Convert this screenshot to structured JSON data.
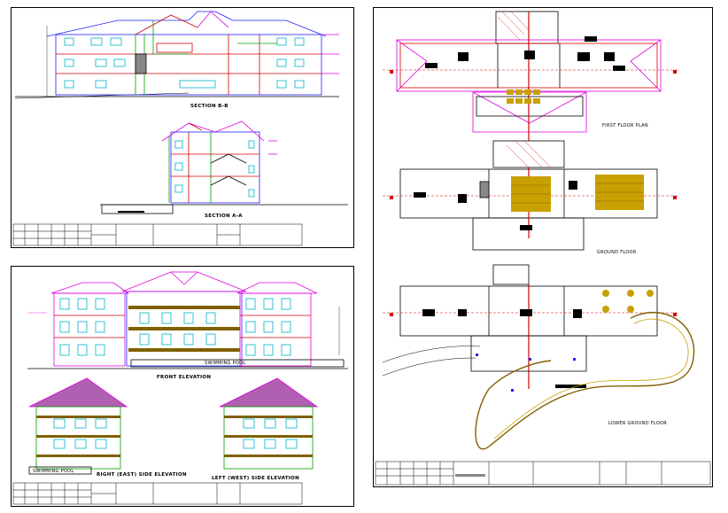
{
  "sheets": {
    "sections": {
      "section_bb": "SECTION B-B",
      "section_aa": "SECTION A-A"
    },
    "elevations": {
      "front": "FRONT ELEVATION",
      "pool_front": "SWIMMING POOL",
      "pool_side": "SWIMMING POOL",
      "right": "RIGHT (EAST) SIDE ELEVATION",
      "left": "LEFT (WEST) SIDE ELEVATION"
    },
    "plans": {
      "first": "FIRST FLOOR PLAN",
      "ground": "GROUND FLOOR",
      "lower": "LOWER GROUND FLOOR"
    }
  },
  "colors": {
    "wall": "#d40000",
    "roof": "#e000e0",
    "glazing": "#00b4c8",
    "structure": "#00a000",
    "dim": "#2020ff",
    "timber": "#806000",
    "furniture": "#c8a000"
  }
}
